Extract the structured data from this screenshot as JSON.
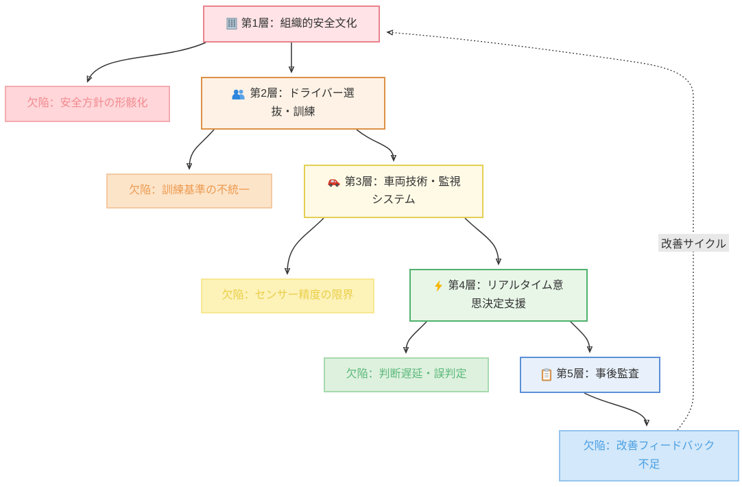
{
  "diagram": {
    "background": "#ffffff",
    "edge_color": "#333333",
    "edge_label": "改善サイクル",
    "nodes": [
      {
        "id": "layer1",
        "icon": "building-icon",
        "label": "第1層：組織的安全文化",
        "lines": [
          "第1層：組織的安全文化"
        ],
        "fill": "#ffe3e6",
        "stroke": "#e8828c",
        "text_color": "#333333"
      },
      {
        "id": "defect1",
        "icon": null,
        "label": "欠陥：安全方針の形骸化",
        "lines": [
          "欠陥：安全方針の形骸化"
        ],
        "fill": "#ffd6d9",
        "stroke": "#f3abb0",
        "text_color": "#f18b91"
      },
      {
        "id": "layer2",
        "icon": "people-icon",
        "label": "第2層：ドライバー選抜・訓練",
        "lines": [
          "第2層：ドライバー選",
          "抜・訓練"
        ],
        "fill": "#fdf2e5",
        "stroke": "#dd9046",
        "text_color": "#333333"
      },
      {
        "id": "defect2",
        "icon": null,
        "label": "欠陥：訓練基準の不統一",
        "lines": [
          "欠陥：訓練基準の不統一"
        ],
        "fill": "#fce4c9",
        "stroke": "#f3c9a2",
        "text_color": "#ec9b52"
      },
      {
        "id": "layer3",
        "icon": "car-icon",
        "label": "第3層：車両技術・監視システム",
        "lines": [
          "第3層：車両技術・監視",
          "システム"
        ],
        "fill": "#fefae6",
        "stroke": "#e3ce51",
        "text_color": "#333333"
      },
      {
        "id": "defect3",
        "icon": null,
        "label": "欠陥：センサー精度の限界",
        "lines": [
          "欠陥：センサー精度の限界"
        ],
        "fill": "#fdf2b8",
        "stroke": "#f7e793",
        "text_color": "#e9cf4a"
      },
      {
        "id": "layer4",
        "icon": "lightning-icon",
        "label": "第4層：リアルタイム意思決定支援",
        "lines": [
          "第4層：リアルタイム意",
          "思決定支援"
        ],
        "fill": "#e8f6e8",
        "stroke": "#4fb06d",
        "text_color": "#333333"
      },
      {
        "id": "defect4",
        "icon": null,
        "label": "欠陥：判断遅延・誤判定",
        "lines": [
          "欠陥：判断遅延・誤判定"
        ],
        "fill": "#def1de",
        "stroke": "#a6d9ae",
        "text_color": "#5cb97c"
      },
      {
        "id": "layer5",
        "icon": "clipboard-icon",
        "label": "第5層：事後監査",
        "lines": [
          "第5層：事後監査"
        ],
        "fill": "#e8f1fb",
        "stroke": "#5b8fd6",
        "text_color": "#333333"
      },
      {
        "id": "defect5",
        "icon": null,
        "label": "欠陥：改善フィードバック不足",
        "lines": [
          "欠陥：改善フィードバック",
          "不足"
        ],
        "fill": "#d3e8fa",
        "stroke": "#93c4ee",
        "text_color": "#4b9fe3"
      }
    ],
    "edges": [
      {
        "from": "layer1",
        "to": "defect1",
        "style": "solid"
      },
      {
        "from": "layer1",
        "to": "layer2",
        "style": "solid"
      },
      {
        "from": "layer2",
        "to": "defect2",
        "style": "solid"
      },
      {
        "from": "layer2",
        "to": "layer3",
        "style": "solid"
      },
      {
        "from": "layer3",
        "to": "defect3",
        "style": "solid"
      },
      {
        "from": "layer3",
        "to": "layer4",
        "style": "solid"
      },
      {
        "from": "layer4",
        "to": "defect4",
        "style": "solid"
      },
      {
        "from": "layer4",
        "to": "layer5",
        "style": "solid"
      },
      {
        "from": "layer5",
        "to": "defect5",
        "style": "solid"
      },
      {
        "from": "defect5",
        "to": "layer1",
        "style": "dotted",
        "label": "改善サイクル"
      }
    ]
  }
}
